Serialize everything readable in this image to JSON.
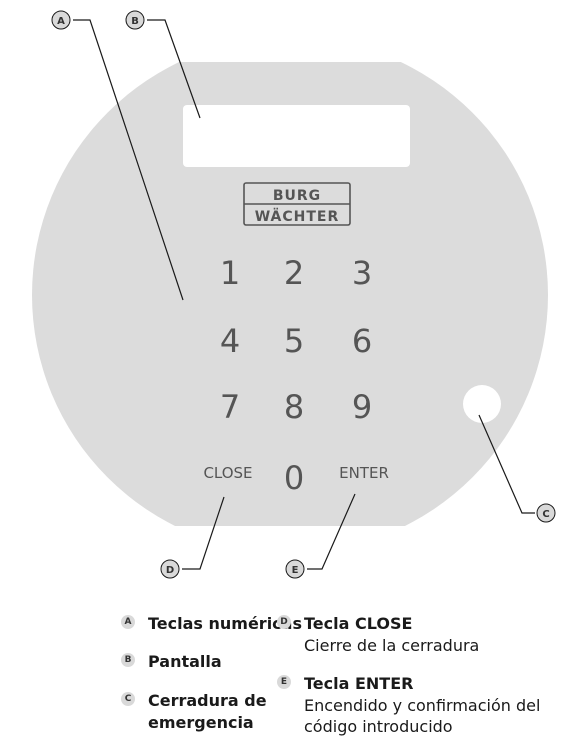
{
  "callouts": {
    "a": "A",
    "b": "B",
    "c": "C",
    "d": "D",
    "e": "E"
  },
  "logo": {
    "line1": "BURG",
    "line2": "WÄCHTER"
  },
  "keys": {
    "k1": "1",
    "k2": "2",
    "k3": "3",
    "k4": "4",
    "k5": "5",
    "k6": "6",
    "k7": "7",
    "k8": "8",
    "k9": "9",
    "k0": "0",
    "close": "CLOSE",
    "enter": "ENTER"
  },
  "legend": {
    "a_title": "Teclas numéricas",
    "b_title": "Pantalla",
    "c_title_1": "Cerradura de",
    "c_title_2": "emergencia",
    "d_title": "Tecla CLOSE",
    "d_desc": "Cierre de la cerradura",
    "e_title": "Tecla ENTER",
    "e_desc_1": "Encendido y confirmación del",
    "e_desc_2": "código introducido"
  },
  "colors": {
    "panel": "#dcdcdc",
    "display": "#ffffff",
    "key_text": "#555555",
    "badge": "#d9d9d9",
    "leader": "#1a1a1a"
  }
}
